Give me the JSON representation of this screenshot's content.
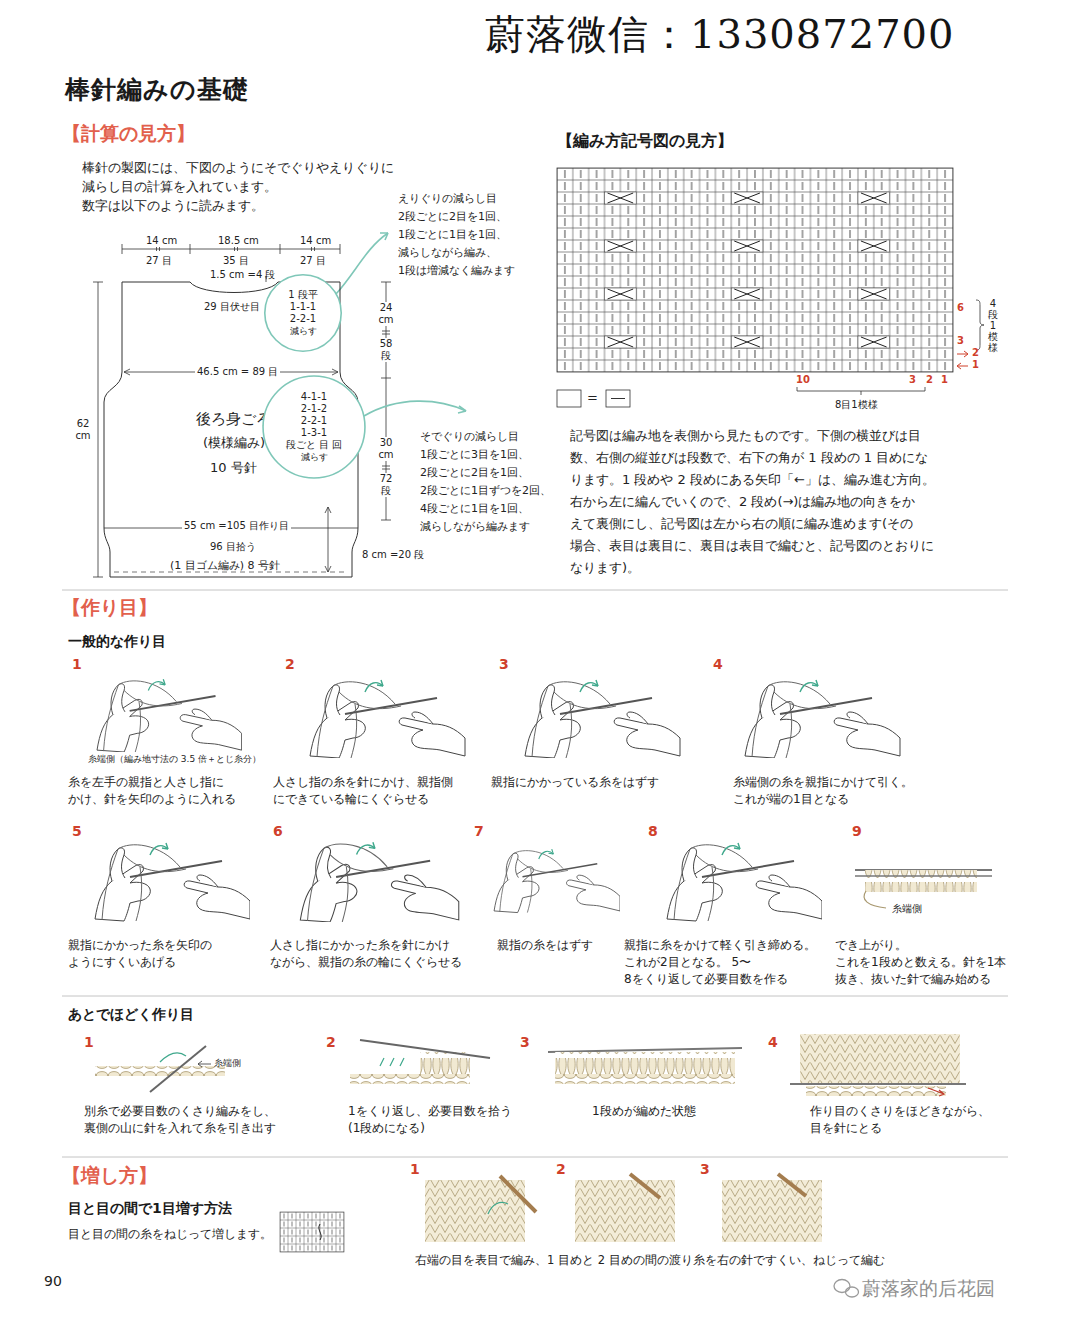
{
  "diagram": {
    "title": "棒針編みの基礎",
    "nodes": [
      {
        "text": [
          "29 目伏せ目",
          "46.5 cm = 89 目",
          "後ろ身ごろ",
          "(模様編み)",
          "10 号針",
          "55 cm =105 目作り目",
          "96 目拾う",
          "(1 目ゴム編み) 8 号針"
        ]
      },
      {
        "text": [
          "1 段平",
          "1-1-1",
          "2-2-1",
          "減らす"
        ],
        "in": 0
      },
      {
        "text": [
          "4-1-1",
          "2-1-2",
          "2-2-1",
          "1-3-1",
          "段ごと 目 回",
          "減らす"
        ],
        "in": 0
      }
    ],
    "labels": [
      "蔚落微信：1330872700",
      "【計算の見方】",
      "棒針の製図には、下図のようにそでぐりやえりぐりに 減らし目の計算を入れています。 数字は以下のように読みます。",
      "14 cm",
      "27 目",
      "18.5 cm",
      "35 目",
      "14 cm",
      "27 目",
      "1.5 cm =4 段",
      "えりぐりの減らし目 2段ごとに2目を1回、 1段ごとに1目を1回、 減らしながら編み、 1段は増減なく編みます",
      "62 cm",
      "24 cm",
      "58 段",
      "そでぐりの減らし目 1段ごとに3目を1回、 2段ごとに2目を1回、 2段ごとに1目ずつを2回、 4段ごとに1目を1回、 減らしながら編みます",
      "30 cm",
      "72 段",
      "8 cm =20 段",
      "【編み方記号図の見方】",
      "6",
      "3",
      "2",
      "1",
      "4段1模様",
      "10",
      "3",
      "2",
      "1",
      "8目1模様",
      "=",
      "記号図は編み地を表側から見たものです。下側の横並びは目 数、右側の縦並びは段数で、右下の角が 1 段めの 1 目めにな ります。1 段めや 2 段めにある矢印「←」は、編み進む方向。 右から左に編んでいくので、2 段め(→)は編み地の向きをか えて裏側にし、記号図は左から右の順に編み進めます(その 場合、表目は裏目に、裏目は表目で編むと、記号図のとおりに なります)。",
      "【作り目】",
      "一般的な作り目",
      "1",
      "糸端側（編み地寸法の 3.5 倍＋とじ糸分）",
      "糸を左手の親指と人さし指に かけ、針を矢印のように入れる",
      "2",
      "人さし指の糸を針にかけ、親指側 にできている輪にくぐらせる",
      "3",
      "親指にかかっている糸をはずす",
      "4",
      "糸端側の糸を親指にかけて引く。 これが端の1目となる",
      "5",
      "親指にかかった糸を矢印の ようにすくいあげる",
      "6",
      "人さし指にかかった糸を針にかけ ながら、親指の糸の輪にくぐらせる",
      "7",
      "親指の糸をはずす",
      "8",
      "親指に糸をかけて軽く引き締める。 これが2目となる。 5〜8をくり返して必要目数を作る",
      "9",
      "糸端側",
      "でき上がり。 これを1段めと数える。針を1本 抜き、抜いた針で編み始める",
      "あとでほどく作り目",
      "1",
      "糸端側",
      "別糸で必要目数のくさり編みをし、 裏側の山に針を入れて糸を引き出す",
      "2",
      "1をくり返し、必要目数を拾う (1段めになる)",
      "3",
      "1段めが編めた状態",
      "4",
      "作り目のくさりをほどきながら、 目を針にとる",
      "【増し方】",
      "目と目の間で1目増す方法",
      "目と目の間の糸をねじって増します。",
      "1",
      "2",
      "3",
      "右端の目を表目で編み、1 目めと 2 目めの間の渡り糸を右の針ですくい、ねじって編む",
      "蔚落家的后花园",
      "90"
    ]
  }
}
